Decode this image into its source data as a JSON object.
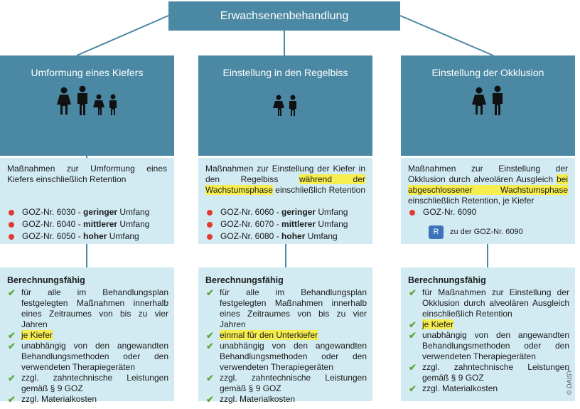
{
  "top": {
    "title": "Erwachsenenbehandlung"
  },
  "columns": [
    {
      "title": "Umformung eines Kiefers",
      "desc": "Maßnahmen zur Umformung eines Kiefers einschließlich Retention",
      "goz": [
        {
          "prefix": "GOZ-Nr. 6030 - ",
          "bold": "geringer",
          "suffix": " Umfang"
        },
        {
          "prefix": "GOZ-Nr. 6040 - ",
          "bold": "mittlerer",
          "suffix": " Umfang"
        },
        {
          "prefix": "GOZ-Nr. 6050 - ",
          "bold": "hoher",
          "suffix": " Umfang"
        }
      ],
      "b_heading": "Berechnungsfähig",
      "b_items": [
        "für alle im Behandlungsplan festgelegten Maßnahmen innerhalb eines Zeitraumes von bis zu vier Jahren",
        "je Kiefer",
        "unabhängig von den angewandten Behandlungsmethoden oder den verwendeten Therapiegeräten",
        "zzgl. zahntechnische Leistungen gemäß § 9 GOZ",
        "zzgl. Materialkosten"
      ]
    },
    {
      "title": "Einstellung in den Regelbiss",
      "desc_pre": "Maßnahmen zur Einstellung der Kiefer in den Regelbiss ",
      "desc_hl": "während der Wachstumsphase",
      "desc_post": " einschließlich Retention",
      "goz": [
        {
          "prefix": "GOZ-Nr. 6060 - ",
          "bold": "geringer",
          "suffix": " Umfang"
        },
        {
          "prefix": "GOZ-Nr. 6070 - ",
          "bold": "mittlerer",
          "suffix": " Umfang"
        },
        {
          "prefix": "GOZ-Nr. 6080 - ",
          "bold": "hoher",
          "suffix": " Umfang"
        }
      ],
      "b_heading": "Berechnungsfähig",
      "b_items": [
        "für alle im Behandlungsplan festgelegten Maßnahmen innerhalb eines Zeitraumes von bis zu vier Jahren",
        "einmal für den Unterkiefer",
        "unabhängig von den angewandten Behandlungsmethoden oder den verwendeten Therapiegeräten",
        "zzgl. zahntechnische Leistungen gemäß § 9 GOZ",
        "zzgl. Materialkosten"
      ]
    },
    {
      "title": "Einstellung der Okklusion",
      "desc_pre": "Maßnahmen zur Einstellung der Okklusion durch alveolären Ausgleich ",
      "desc_hl": "bei abgeschlossener Wachstumsphase",
      "desc_post": " einschließlich Retention, je Kiefer",
      "goz": [
        {
          "prefix": "GOZ-Nr. 6090",
          "bold": "",
          "suffix": ""
        }
      ],
      "r_badge": "R",
      "r_label": "zu der GOZ-Nr. 6090",
      "b_heading": "Berechnungsfähig",
      "b_items": [
        "für Maßnahmen zur Einstellung der Okklusion durch alveolären Ausgleich einschließlich Retention",
        "je Kiefer",
        "unabhängig von den angewandten Behandlungsmethoden oder den verwendeten Therapiegeräten",
        "zzgl. zahntechnische Leistungen gemäß § 9 GOZ",
        "zzgl. Materialkosten"
      ]
    }
  ],
  "copyright": "© DAISY",
  "colors": {
    "header": "#4a88a3",
    "box": "#d2ebf3",
    "highlight": "#f6ee4f",
    "bullet": "#e23b2e",
    "tick": "#5fa83a"
  }
}
